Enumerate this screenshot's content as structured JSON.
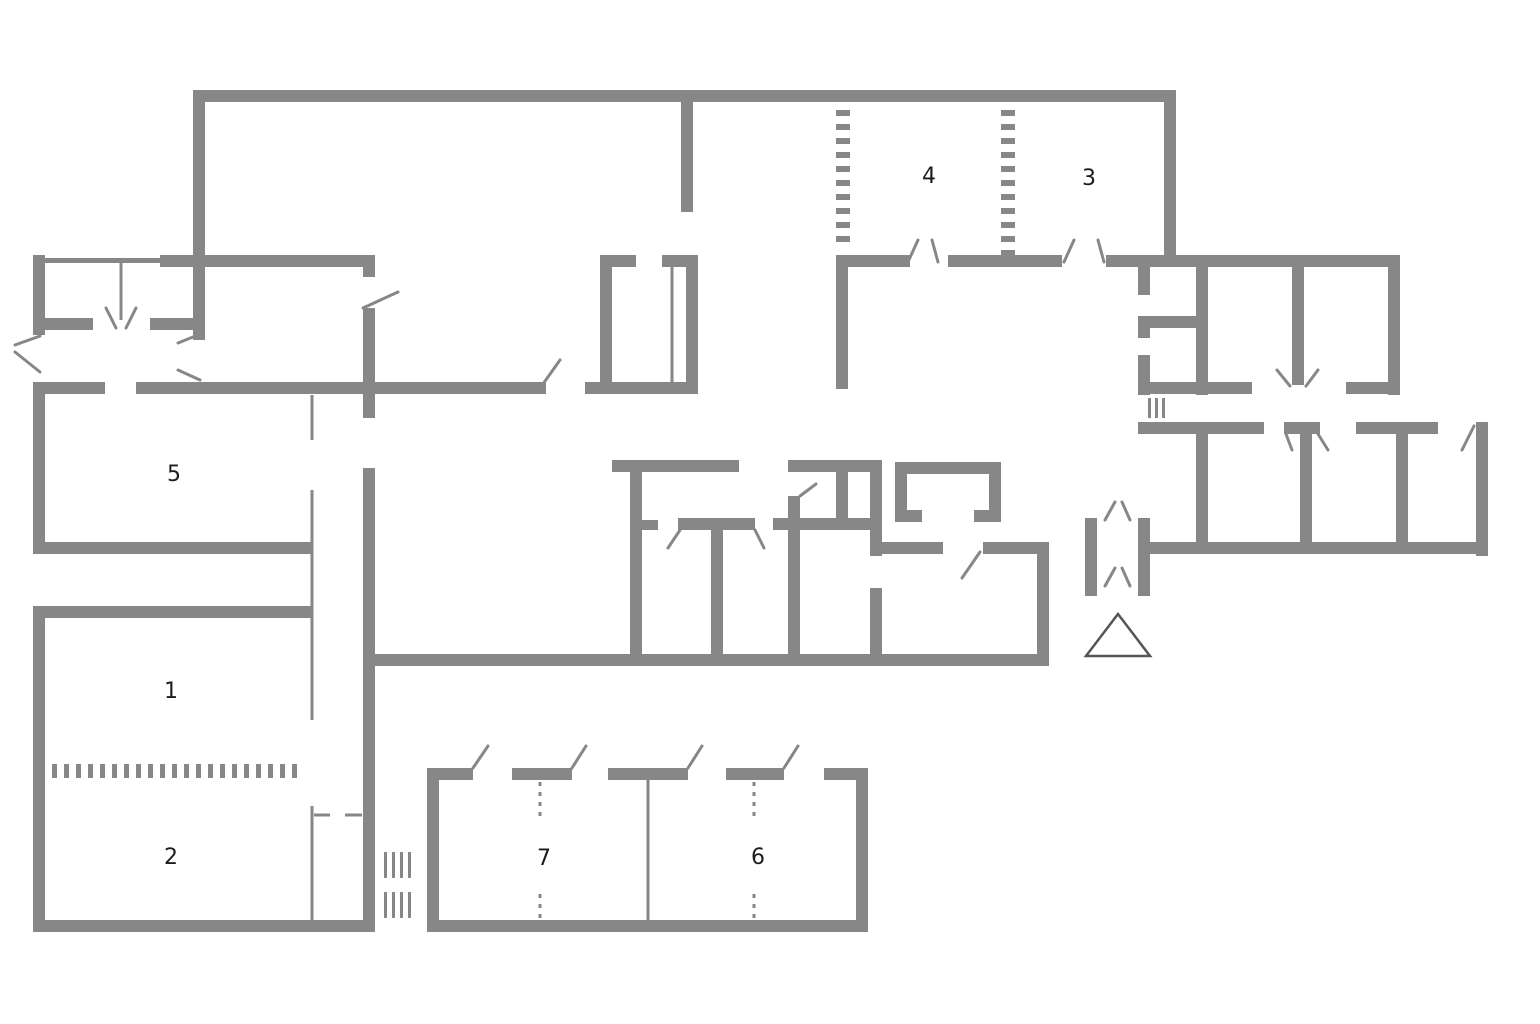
{
  "plan": {
    "room_labels": [
      "1",
      "2",
      "3",
      "4",
      "5",
      "6",
      "7"
    ],
    "wall_color": "#878787",
    "label_color": "#1c1c1c",
    "entrance_marker": "triangle-icon"
  }
}
